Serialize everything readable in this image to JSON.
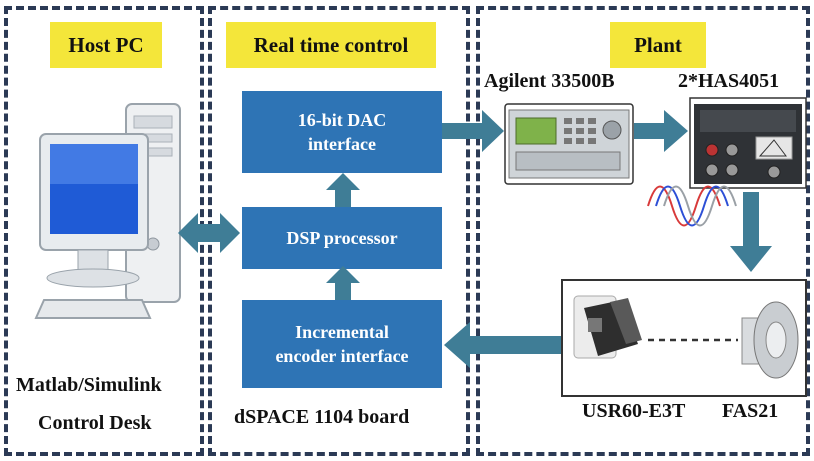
{
  "sections": {
    "host": {
      "title": "Host PC",
      "caption_line1": "Matlab/Simulink",
      "caption_line2": "Control Desk"
    },
    "rtc": {
      "title": "Real time control",
      "caption": "dSPACE 1104 board"
    },
    "plant": {
      "title": "Plant"
    }
  },
  "blocks": {
    "dac_line1": "16-bit DAC",
    "dac_line2": "interface",
    "dsp": "DSP processor",
    "encoder_line1": "Incremental",
    "encoder_line2": "encoder interface"
  },
  "equipment": {
    "generator": "Agilent 33500B",
    "amplifier": "2*HAS4051",
    "sensor": "USR60-E3T",
    "motor": "FAS21"
  },
  "colors": {
    "block_blue": "#2e74b5",
    "arrow_teal": "#3f7d96",
    "title_yellow": "#f4e63a",
    "frame_navy": "#2b3a55"
  }
}
